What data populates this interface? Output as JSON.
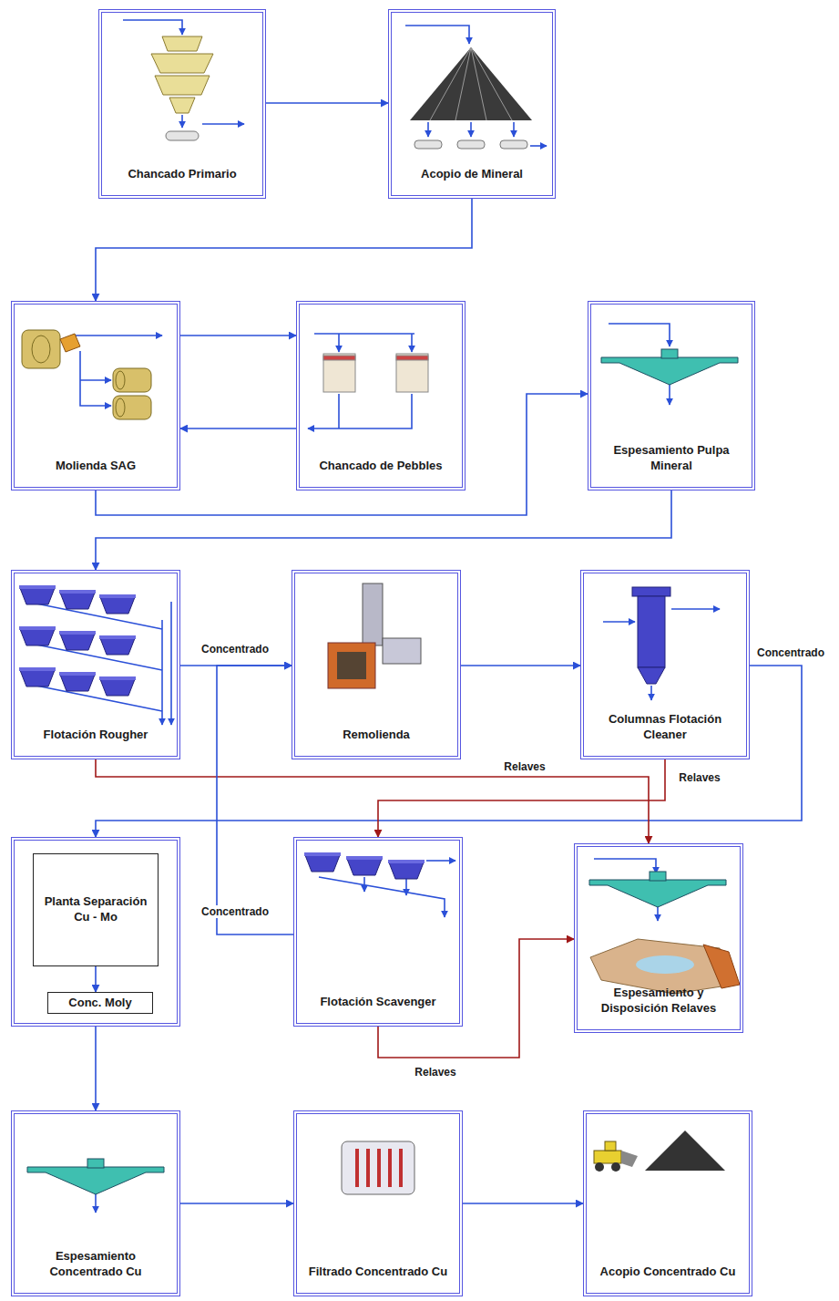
{
  "diagram": {
    "nodes": [
      {
        "text": [
          "Chancado Primario"
        ]
      },
      {
        "text": [
          "Acopio de Mineral"
        ]
      },
      {
        "text": [
          "Molienda SAG"
        ]
      },
      {
        "text": [
          "Chancado de Pebbles"
        ]
      },
      {
        "text": [
          "Espesamiento Pulpa Mineral"
        ]
      },
      {
        "text": [
          "Flotación Rougher"
        ]
      },
      {
        "text": [
          "Remolienda"
        ]
      },
      {
        "text": [
          "Columnas Flotación Cleaner"
        ]
      },
      {
        "text": []
      },
      {
        "text": [
          "Planta Separación Cu - Mo"
        ],
        "in": 8
      },
      {
        "text": [
          "Conc. Moly"
        ],
        "in": 8
      },
      {
        "text": [
          "Flotación Scavenger"
        ]
      },
      {
        "text": [
          "Espesamiento y Disposición Relaves"
        ]
      },
      {
        "text": [
          "Espesamiento Concentrado Cu"
        ]
      },
      {
        "text": [
          "Filtrado Concentrado Cu"
        ]
      },
      {
        "text": [
          "Acopio Concentrado Cu"
        ]
      }
    ],
    "edges": [
      {
        "from": 0,
        "to": 1,
        "arrow": "to"
      },
      {
        "from": 1,
        "to": 2,
        "arrow": "to"
      },
      {
        "from": 2,
        "to": 3,
        "arrow": "to"
      },
      {
        "from": 3,
        "to": 2,
        "arrow": "to"
      },
      {
        "from": 2,
        "to": 4,
        "arrow": "to"
      },
      {
        "from": 4,
        "to": 5,
        "arrow": "to"
      },
      {
        "from": 5,
        "to": 6,
        "label": "Concentrado",
        "arrow": "to"
      },
      {
        "from": 6,
        "to": 7,
        "arrow": "to"
      },
      {
        "from": 7,
        "to": 8,
        "label": "Concentrado",
        "arrow": "to"
      },
      {
        "from": 5,
        "to": 12,
        "label": "Relaves",
        "arrow": "to"
      },
      {
        "from": 7,
        "to": 11,
        "label": "Relaves",
        "arrow": "to"
      },
      {
        "from": 11,
        "to": 6,
        "label": "Concentrado",
        "arrow": "to"
      },
      {
        "from": 11,
        "to": 12,
        "label": "Relaves",
        "arrow": "to"
      },
      {
        "from": 9,
        "to": 10,
        "arrow": "to"
      },
      {
        "from": 8,
        "to": 13,
        "arrow": "to"
      },
      {
        "from": 13,
        "to": 14,
        "arrow": "to"
      },
      {
        "from": 14,
        "to": 15,
        "arrow": "to"
      }
    ]
  }
}
